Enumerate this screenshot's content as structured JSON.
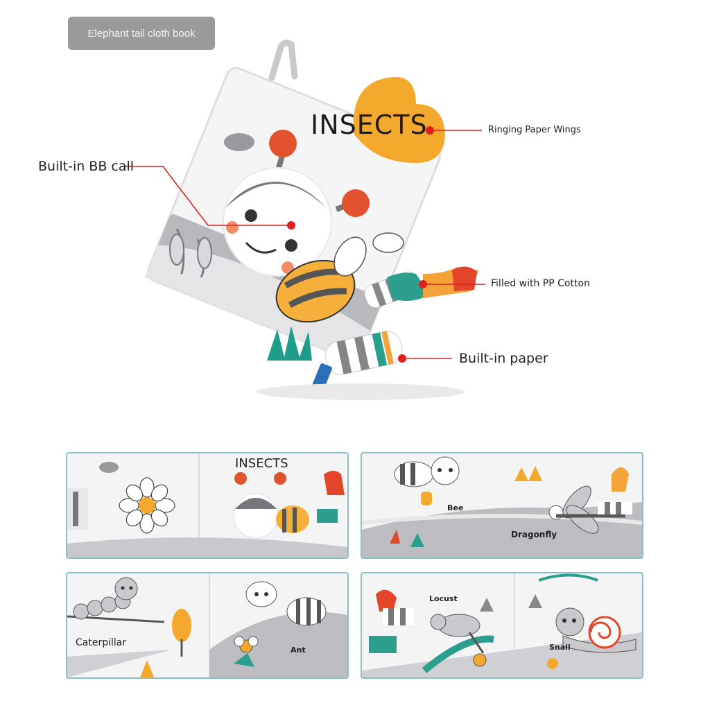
{
  "header": {
    "tag_label": "Elephant tail cloth book"
  },
  "hero": {
    "cover_title": "INSECTS",
    "callouts": {
      "bb_call": "Built-in BB call",
      "wings": "Ringing Paper Wings",
      "cotton": "Filled with PP Cotton",
      "paper": "Built-in paper"
    },
    "accent_color": "#e02020"
  },
  "thumbnails": [
    {
      "title": "INSECTS"
    },
    {
      "labels": [
        "Bee",
        "Dragonfly"
      ]
    },
    {
      "labels": [
        "Caterpillar",
        "Ant"
      ]
    },
    {
      "labels": [
        "Locust",
        "Snail"
      ]
    }
  ]
}
